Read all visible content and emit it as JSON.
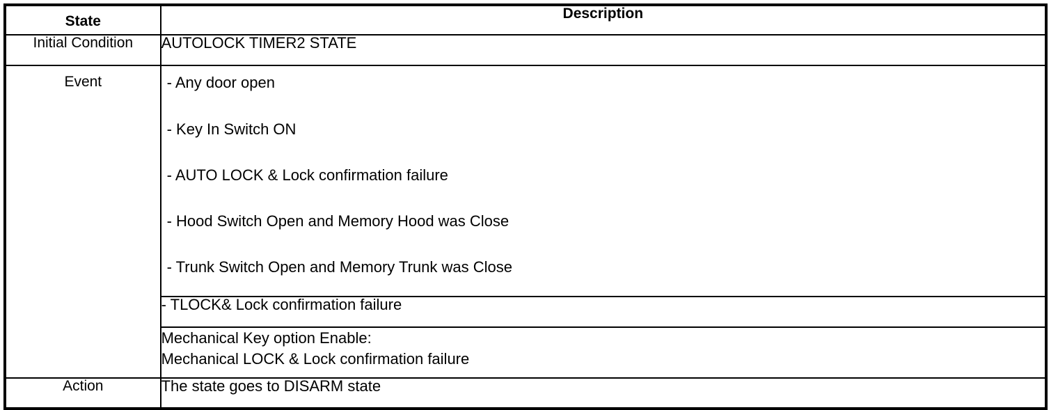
{
  "table": {
    "headers": {
      "state": "State",
      "description": "Description"
    },
    "rows": [
      {
        "state": "Initial Condition",
        "description": "AUTOLOCK TIMER2 STATE"
      },
      {
        "state": "Event",
        "events": [
          "-  Any door open",
          "-  Key In Switch ON",
          "-  AUTO LOCK & Lock confirmation failure",
          "-  Hood Switch Open and Memory Hood was Close",
          "-  Trunk Switch Open and Memory Trunk was Close"
        ]
      },
      {
        "state": "",
        "description": "-  TLOCK& Lock confirmation failure"
      },
      {
        "state": "",
        "description_lines": [
          "Mechanical Key option Enable:",
          "Mechanical LOCK & Lock confirmation failure"
        ]
      },
      {
        "state": "Action",
        "description": "The state goes to DISARM state"
      }
    ]
  },
  "colors": {
    "border": "#000000",
    "text": "#000000",
    "background": "#ffffff"
  }
}
